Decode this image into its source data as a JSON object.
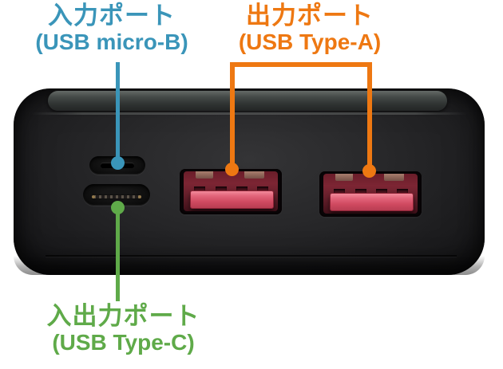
{
  "page": {
    "background": "#ffffff"
  },
  "labels": {
    "input": {
      "title": "入力ポート",
      "subtitle": "(USB micro-B)",
      "color": "#3a95b9"
    },
    "output": {
      "title": "出力ポート",
      "subtitle": "(USB Type-A)",
      "color": "#ee7812"
    },
    "io": {
      "title": "入出力ポート",
      "subtitle": "(USB Type-C)",
      "color": "#5faa49"
    }
  },
  "device": {
    "body_color": "#222224",
    "usb_a_inner_color": "#6d1f2b",
    "usb_a_tongue_color": "#d64e64"
  }
}
